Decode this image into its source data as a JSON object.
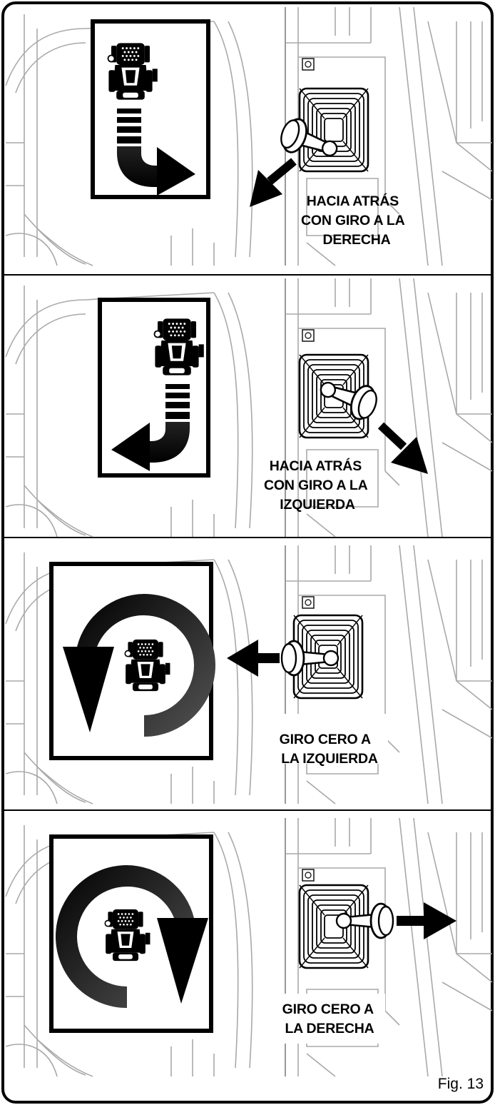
{
  "figure": {
    "label": "Fig. 13"
  },
  "panels": [
    {
      "id": "reverse-right",
      "caption_lines": [
        "HACIA ATRÁS",
        "CON GIRO A LA",
        "DERECHA"
      ]
    },
    {
      "id": "reverse-left",
      "caption_lines": [
        "HACIA ATRÁS",
        "CON GIRO A LA",
        "IZQUIERDA"
      ]
    },
    {
      "id": "zero-turn-left",
      "caption_lines": [
        "GIRO CERO A",
        "LA IZQUIERDA"
      ]
    },
    {
      "id": "zero-turn-right",
      "caption_lines": [
        "GIRO CERO A",
        "LA DERECHA"
      ]
    }
  ],
  "colors": {
    "line": "#a9a9a9",
    "ink": "#000000",
    "arrow_gradient": [
      "#000000",
      "#555555"
    ]
  },
  "icons": [
    "mower-top-view-icon",
    "curved-arrow-icon",
    "circular-arrow-icon",
    "joystick-icon",
    "direction-arrow-icon"
  ]
}
